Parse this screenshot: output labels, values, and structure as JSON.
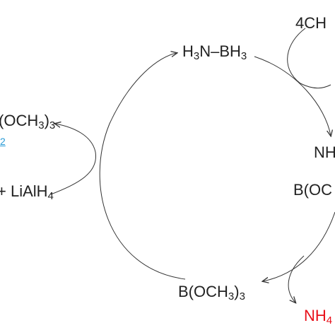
{
  "colors": {
    "text": "#222222",
    "arrow": "#333333",
    "highlight": "#e8101a",
    "link": "#2a9bd6"
  },
  "labels": {
    "ammonia_borane": {
      "main": "H",
      "s1": "3",
      "mid": "N–BH",
      "s2": "3"
    },
    "methanol_reagent": {
      "main": "4CH"
    },
    "trimethyl_borate_bottom": {
      "main": "B(OCH",
      "s1": "3",
      "tail": ")",
      "s2": "3"
    },
    "trimethyl_borate_right": {
      "main": "B(OC"
    },
    "trimethyl_borate_left": {
      "main": "(OCH",
      "s1": "3",
      "tail": ")",
      "s2": "3"
    },
    "nh_right": {
      "main": "NH"
    },
    "lialh4": {
      "main": "+ LiAlH",
      "s1": "4"
    },
    "ammonium_byproduct": {
      "main": "NH",
      "s1": "4"
    },
    "link_fragment": {
      "main": "2"
    }
  }
}
